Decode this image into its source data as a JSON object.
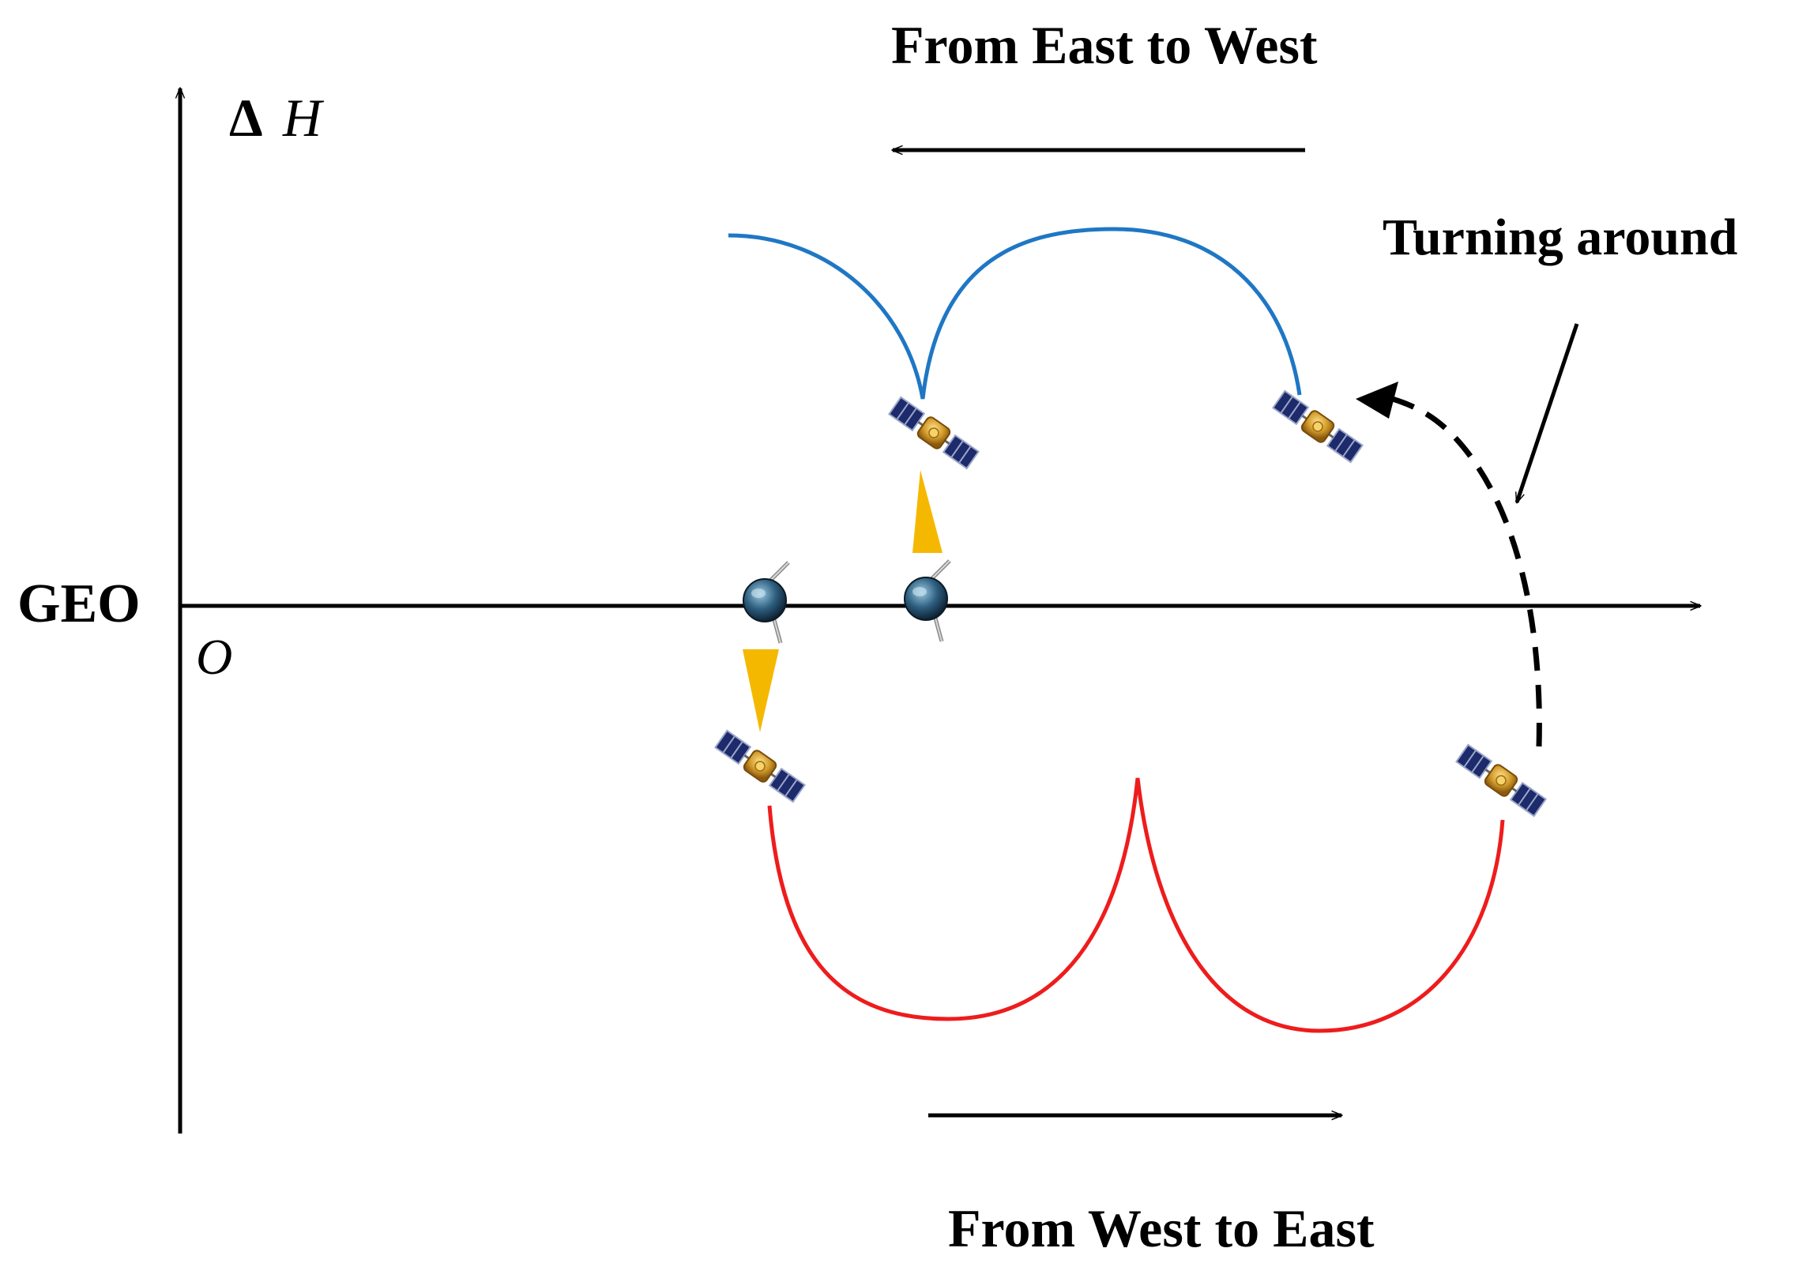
{
  "labels": {
    "top_direction": "From East to West",
    "bottom_direction": "From West to East",
    "turning": "Turning around",
    "geo": "GEO",
    "origin": "O",
    "y_axis_delta": "Δ",
    "y_axis_var": "H"
  },
  "colors": {
    "upper_trajectory": "#1f77c4",
    "lower_trajectory": "#ee1c1c",
    "beam": "#f5b800",
    "axis": "#000000"
  },
  "icons": {
    "observer_satellite": "satellite-icon",
    "target_satellite": "geo-satellite-icon"
  }
}
